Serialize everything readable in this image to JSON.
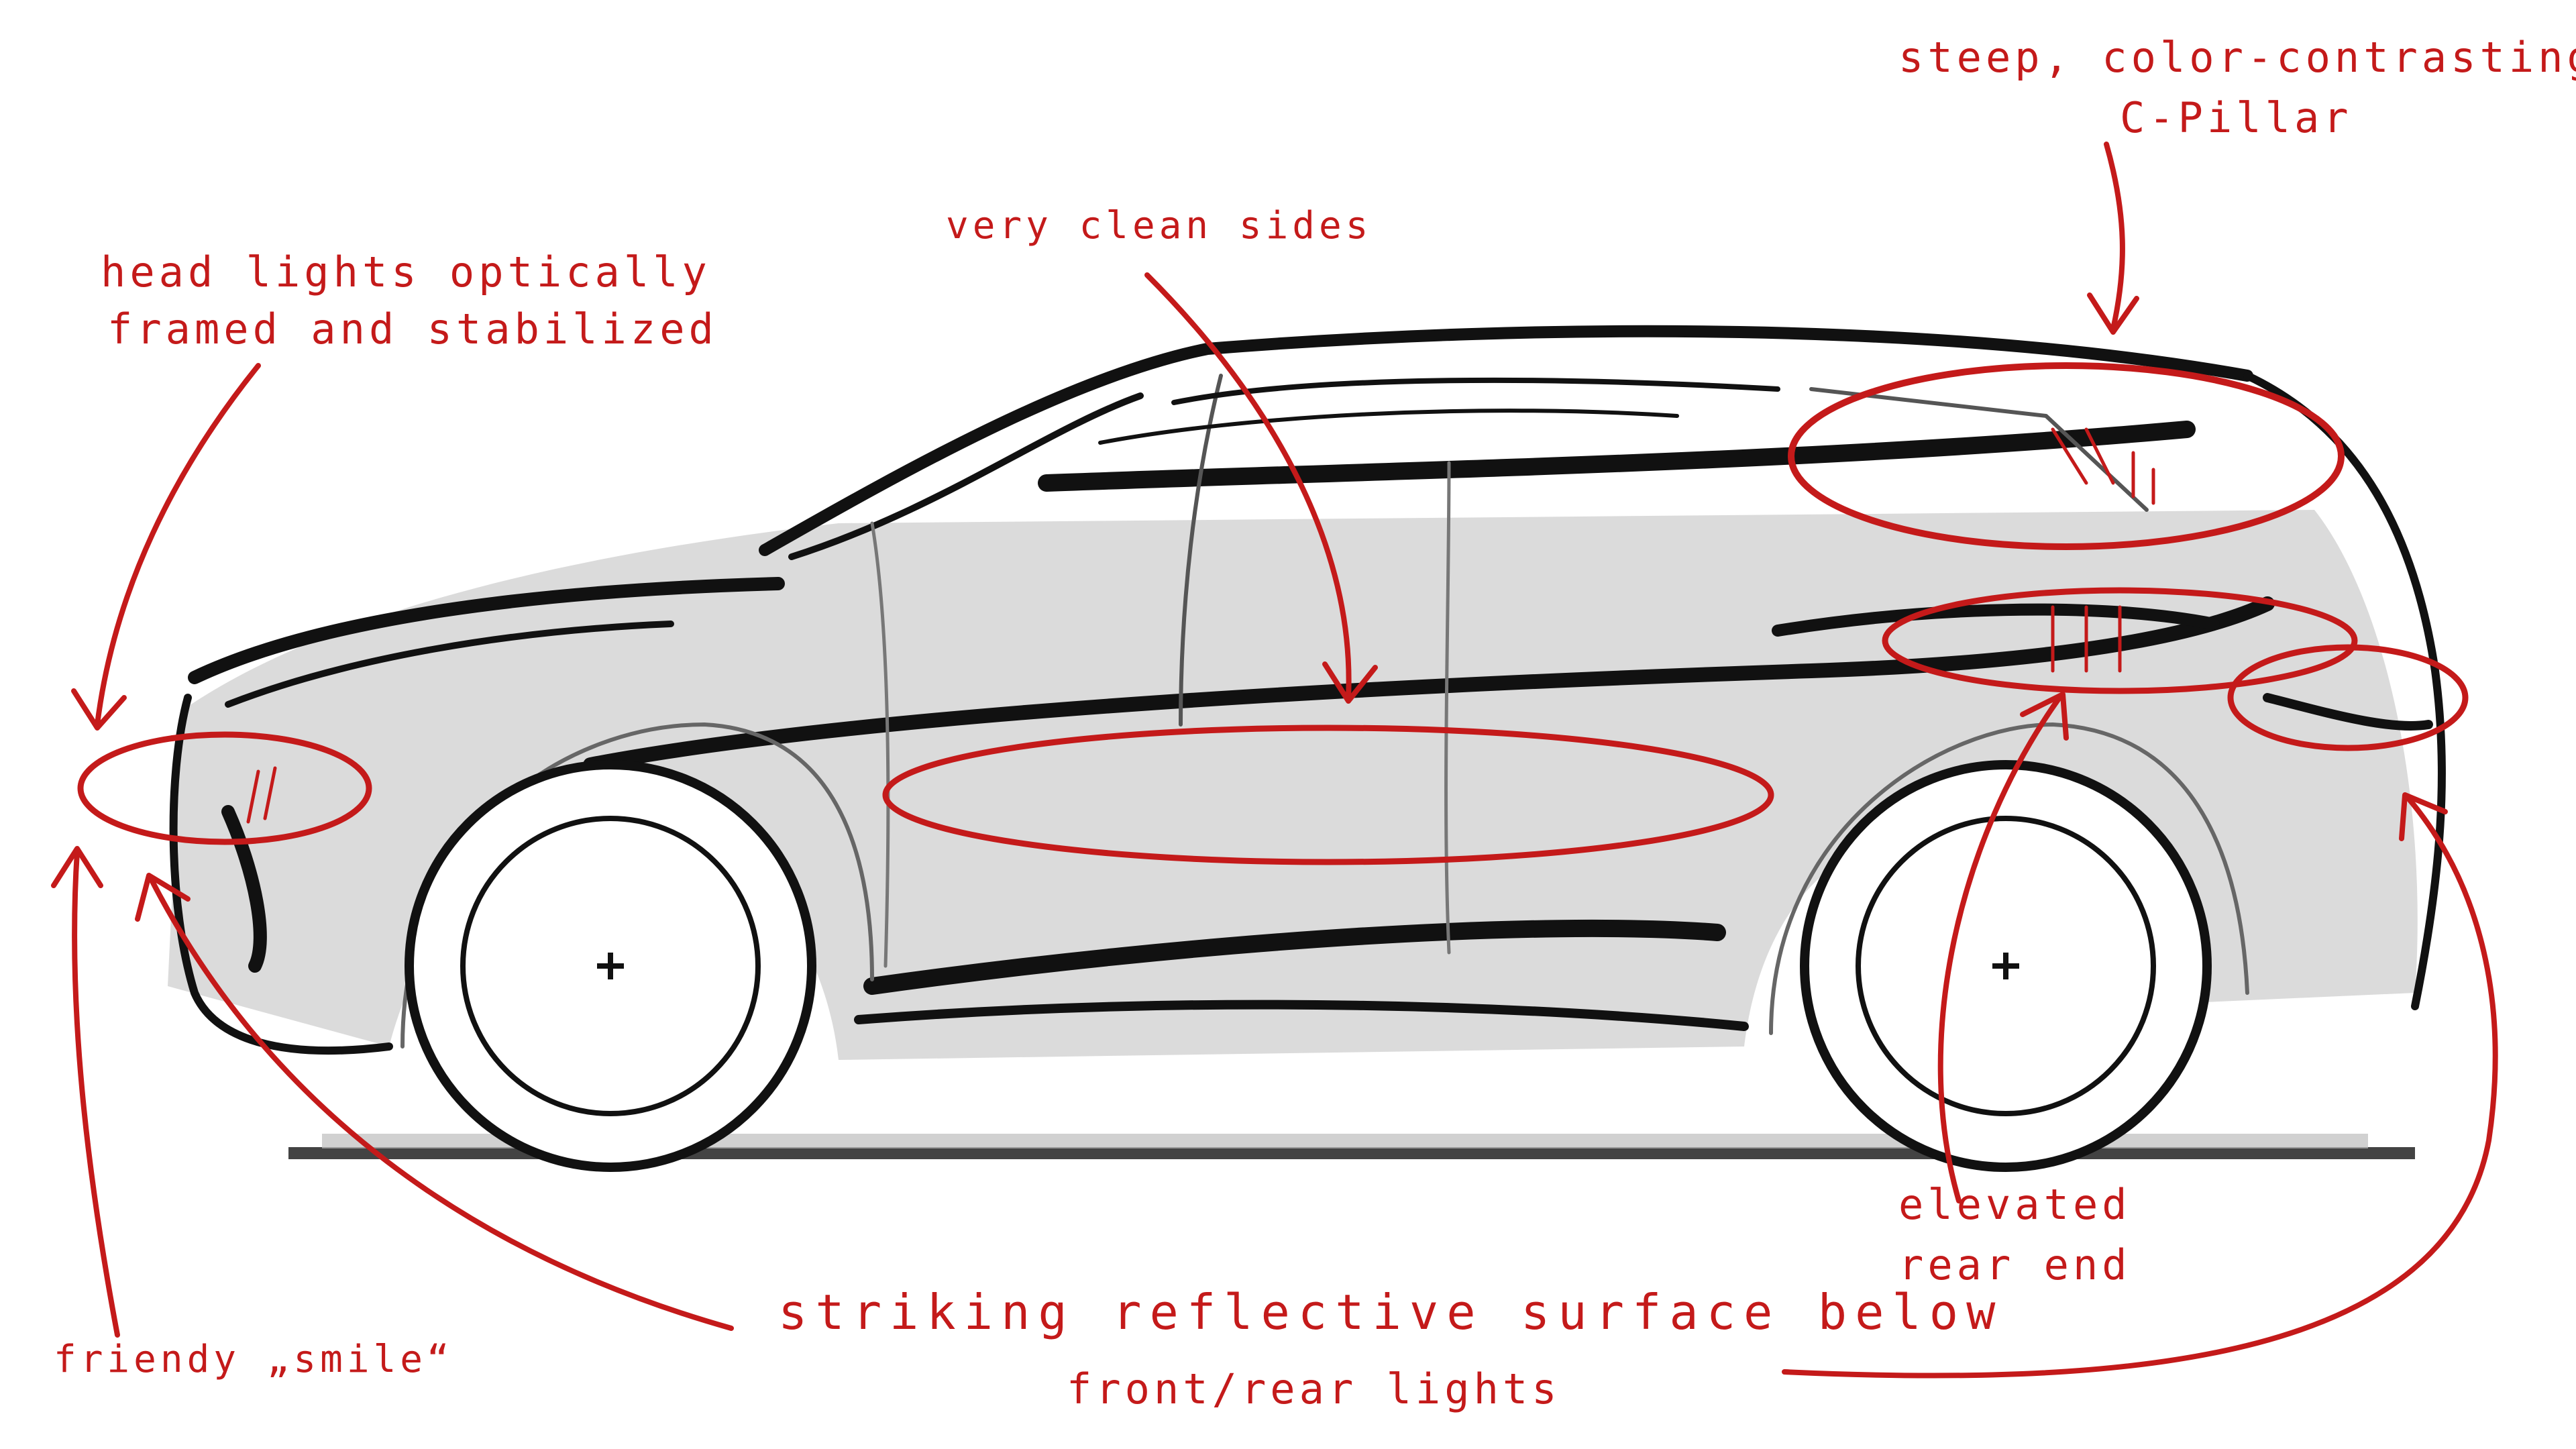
{
  "annotations": {
    "headlights_line1": "head lights optically",
    "headlights_line2": "framed and stabilized",
    "clean_sides": "very clean sides",
    "c_pillar_line1": "steep, color-contrasting",
    "c_pillar_line2": "C-Pillar",
    "friendly_smile": "friendy „smile“",
    "reflective_line1": "striking reflective surface below",
    "reflective_line2": "front/rear lights",
    "rear_end_line1": "elevated",
    "rear_end_line2": "rear end"
  },
  "colors": {
    "annotation_red": "#c41a1a",
    "sketch_ink": "#111111",
    "sketch_shade": "#c9c9c9"
  }
}
